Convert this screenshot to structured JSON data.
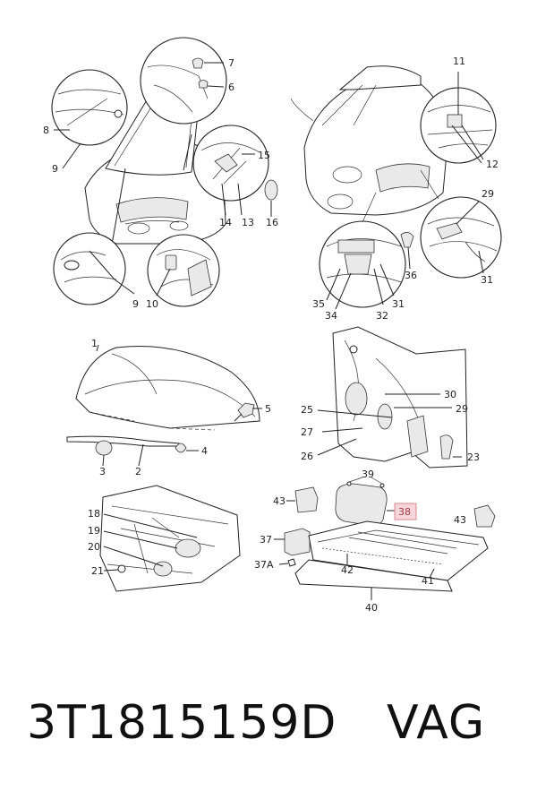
{
  "callouts": {
    "c1": "1",
    "c2": "2",
    "c3": "3",
    "c4": "4",
    "c5": "5",
    "c6": "6",
    "c7": "7",
    "c8": "8",
    "c9a": "9",
    "c9b": "9",
    "c10": "10",
    "c11": "11",
    "c12": "12",
    "c13": "13",
    "c14": "14",
    "c15": "15",
    "c16": "16",
    "c18": "18",
    "c19": "19",
    "c20": "20",
    "c21": "21",
    "c23": "23",
    "c25": "25",
    "c26": "26",
    "c27": "27",
    "c29a": "29",
    "c29b": "29",
    "c30": "30",
    "c31a": "31",
    "c31b": "31",
    "c32": "32",
    "c34": "34",
    "c35": "35",
    "c36": "36",
    "c37": "37",
    "c37a": "37A",
    "c38": "38",
    "c39": "39",
    "c40": "40",
    "c41": "41",
    "c42": "42",
    "c43a": "43",
    "c43b": "43"
  },
  "highlight": {
    "callout": "38",
    "fill": "#f6d6da",
    "border": "#d98892",
    "text_color": "#a3384a"
  },
  "footer": {
    "part_number": "3T1815159D",
    "brand": "VAG"
  }
}
